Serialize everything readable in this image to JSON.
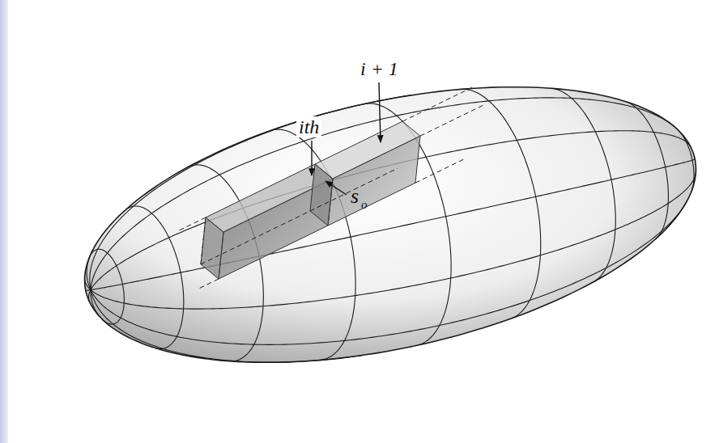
{
  "diagram": {
    "labels": [
      "ith",
      "i + 1",
      "s",
      "o"
    ]
  }
}
